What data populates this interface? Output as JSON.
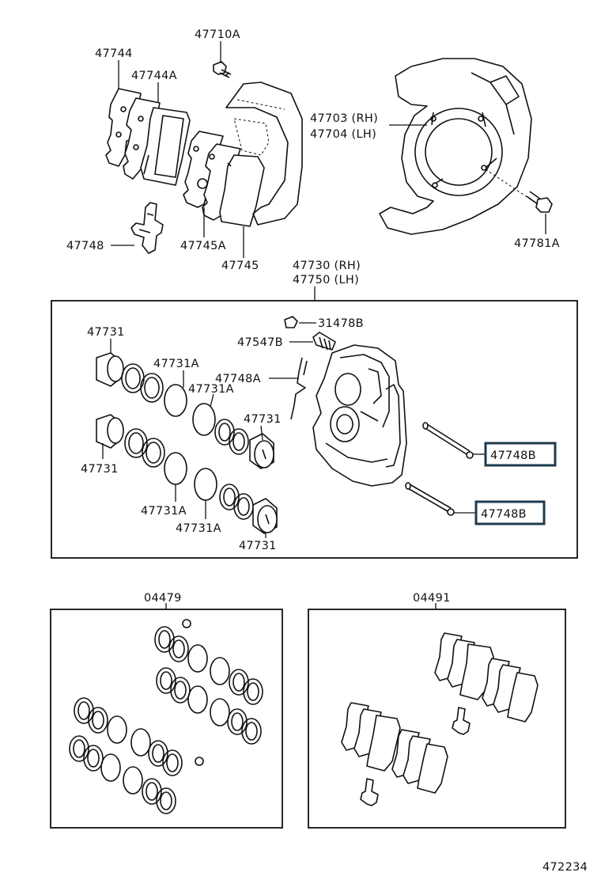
{
  "labels": {
    "bolt_top": "47710A",
    "pad_outer": "47744",
    "pad_outer_a": "47744A",
    "shim_clip": "47748",
    "pad_inner_a": "47745A",
    "pad_inner": "47745",
    "dust_cover_rh": "47703 (RH)",
    "dust_cover_lh": "47704 (LH)",
    "bolt_cover": "47781A",
    "caliper_rh": "47730 (RH)",
    "caliper_lh": "47750 (LH)",
    "bleeder_cap": "31478B",
    "bleeder_plug": "47547B",
    "spring": "47748A",
    "piston_1": "47731",
    "piston_2": "47731",
    "piston_3": "47731",
    "piston_4": "47731",
    "seal_1": "47731A",
    "seal_2": "47731A",
    "seal_3": "47731A",
    "seal_4": "47731A",
    "pin_1": "47748B",
    "pin_2": "47748B",
    "kit_seal": "04479",
    "kit_pad": "04491",
    "diagram_number": "472234"
  },
  "highlight_color": "#1f3b4d"
}
